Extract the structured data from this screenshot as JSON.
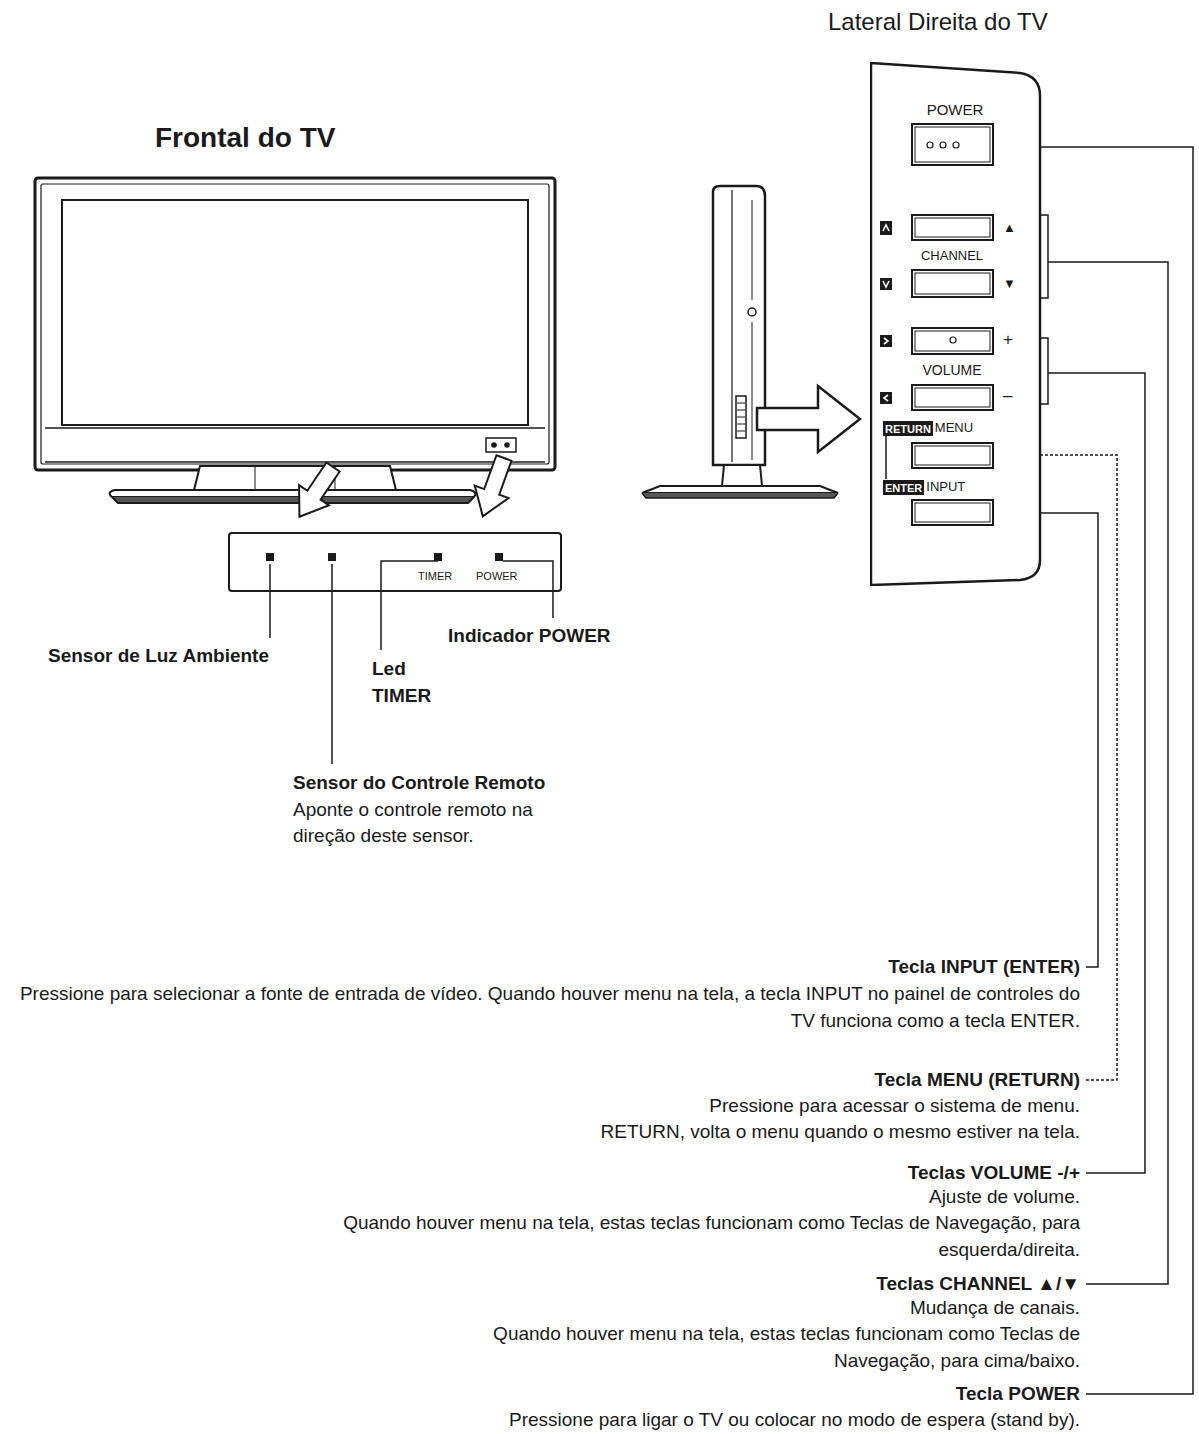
{
  "diagram": {
    "nodes": [
      {
        "text": [
          "TIMER",
          "POWER"
        ]
      },
      {
        "text": [
          "POWER",
          "CHANNEL",
          "VOLUME",
          "MENU",
          "INPUT"
        ]
      },
      {
        "text": [
          "RETURN"
        ],
        "in": 1
      },
      {
        "text": [
          "ENTER"
        ],
        "in": 1
      }
    ],
    "labels": [
      "Frontal do TV",
      "Lateral Direita do TV",
      "Sensor de Luz Ambiente",
      "Indicador POWER",
      "Led TIMER",
      "Sensor do Controle Remoto",
      "Aponte o controle remoto na direção deste sensor.",
      "▲",
      "▼",
      "+",
      "–",
      "Tecla INPUT (ENTER)",
      "Pressione para selecionar a fonte de entrada de vídeo. Quando houver menu na tela, a tecla INPUT no painel de controles do TV funciona como a tecla ENTER.",
      "Tecla MENU (RETURN)",
      "Pressione para acessar o sistema de menu.",
      "RETURN, volta o menu quando o mesmo estiver na tela.",
      "Teclas VOLUME -/+",
      "Ajuste de volume.",
      "Quando houver menu na tela, estas teclas funcionam como Teclas de Navegação, para esquerda/direita.",
      "Teclas CHANNEL ▲/▼",
      "Mudança de canais.",
      "Quando houver menu na tela, estas teclas funcionam como Teclas de Navegação, para cima/baixo.",
      "Tecla POWER",
      "Pressione para ligar o TV ou colocar no modo de espera (stand by)."
    ]
  }
}
